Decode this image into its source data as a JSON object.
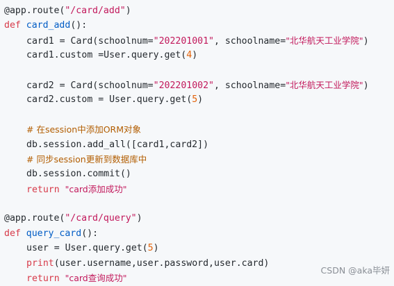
{
  "code": {
    "route1": {
      "decorator": "@app.route",
      "path": "\"/card/add\""
    },
    "func1": {
      "kw": "def",
      "name": "card_add",
      "params": "():"
    },
    "card1": {
      "lhs": "card1 = Card(schoolnum=",
      "num": "\"202201001\"",
      "mid": ", schoolname=",
      "school": "\"北华航天工业学院\"",
      "end": ")"
    },
    "card1_custom": {
      "text": "card1.custom =User.query.get(",
      "arg": "4",
      "end": ")"
    },
    "card2": {
      "lhs": "card2 = Card(schoolnum=",
      "num": "\"202201002\"",
      "mid": ", schoolname=",
      "school": "\"北华航天工业学院\"",
      "end": ")"
    },
    "card2_custom": {
      "text": "card2.custom = User.query.get(",
      "arg": "5",
      "end": ")"
    },
    "comment1": "# 在session中添加ORM对象",
    "add_all": "db.session.add_all([card1,card2])",
    "comment2": "# 同步session更新到数据库中",
    "commit": "db.session.commit()",
    "return1": {
      "kw": "return",
      "value": "\"card添加成功\""
    },
    "route2": {
      "decorator": "@app.route",
      "path": "\"/card/query\""
    },
    "func2": {
      "kw": "def",
      "name": "query_card",
      "params": "():"
    },
    "user_line": {
      "text": "user = User.query.get(",
      "arg": "5",
      "end": ")"
    },
    "print_line": {
      "kw": "print",
      "args": "(user.username,user.password,user.card)"
    },
    "return2": {
      "kw": "return",
      "value": "\"card查询成功\""
    }
  },
  "watermark": "CSDN @aka毕妍"
}
